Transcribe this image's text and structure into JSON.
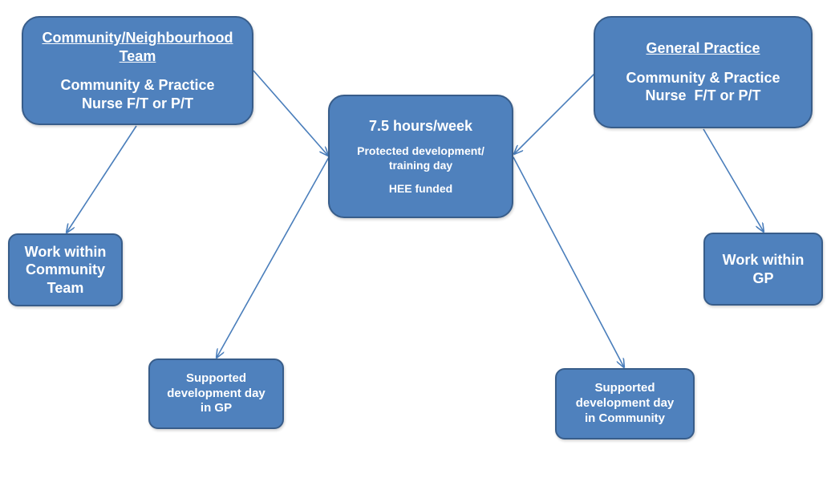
{
  "colors": {
    "box_fill": "#4f81bd",
    "box_border": "#385d8a",
    "arrow": "#4a7ebb",
    "text": "#ffffff"
  },
  "community_team": {
    "heading_line1": "Community/Neighbourhood",
    "heading_line2": "Team",
    "line1": "Community & Practice",
    "line2": "Nurse F/T or P/T"
  },
  "general_practice": {
    "heading": "General Practice",
    "line1": "Community & Practice",
    "line2": "Nurse  F/T or P/T"
  },
  "hours": {
    "title": "7.5 hours/week",
    "line1": "Protected development/",
    "line2": "training day",
    "line3": "HEE funded"
  },
  "work_community": {
    "line1": "Work within",
    "line2": "Community",
    "line3": "Team"
  },
  "work_gp": {
    "line1": "Work within",
    "line2": "GP"
  },
  "dev_gp": {
    "line1": "Supported",
    "line2": "development day",
    "line3": "in GP"
  },
  "dev_community": {
    "line1": "Supported",
    "line2": "development day",
    "line3": "in Community"
  }
}
